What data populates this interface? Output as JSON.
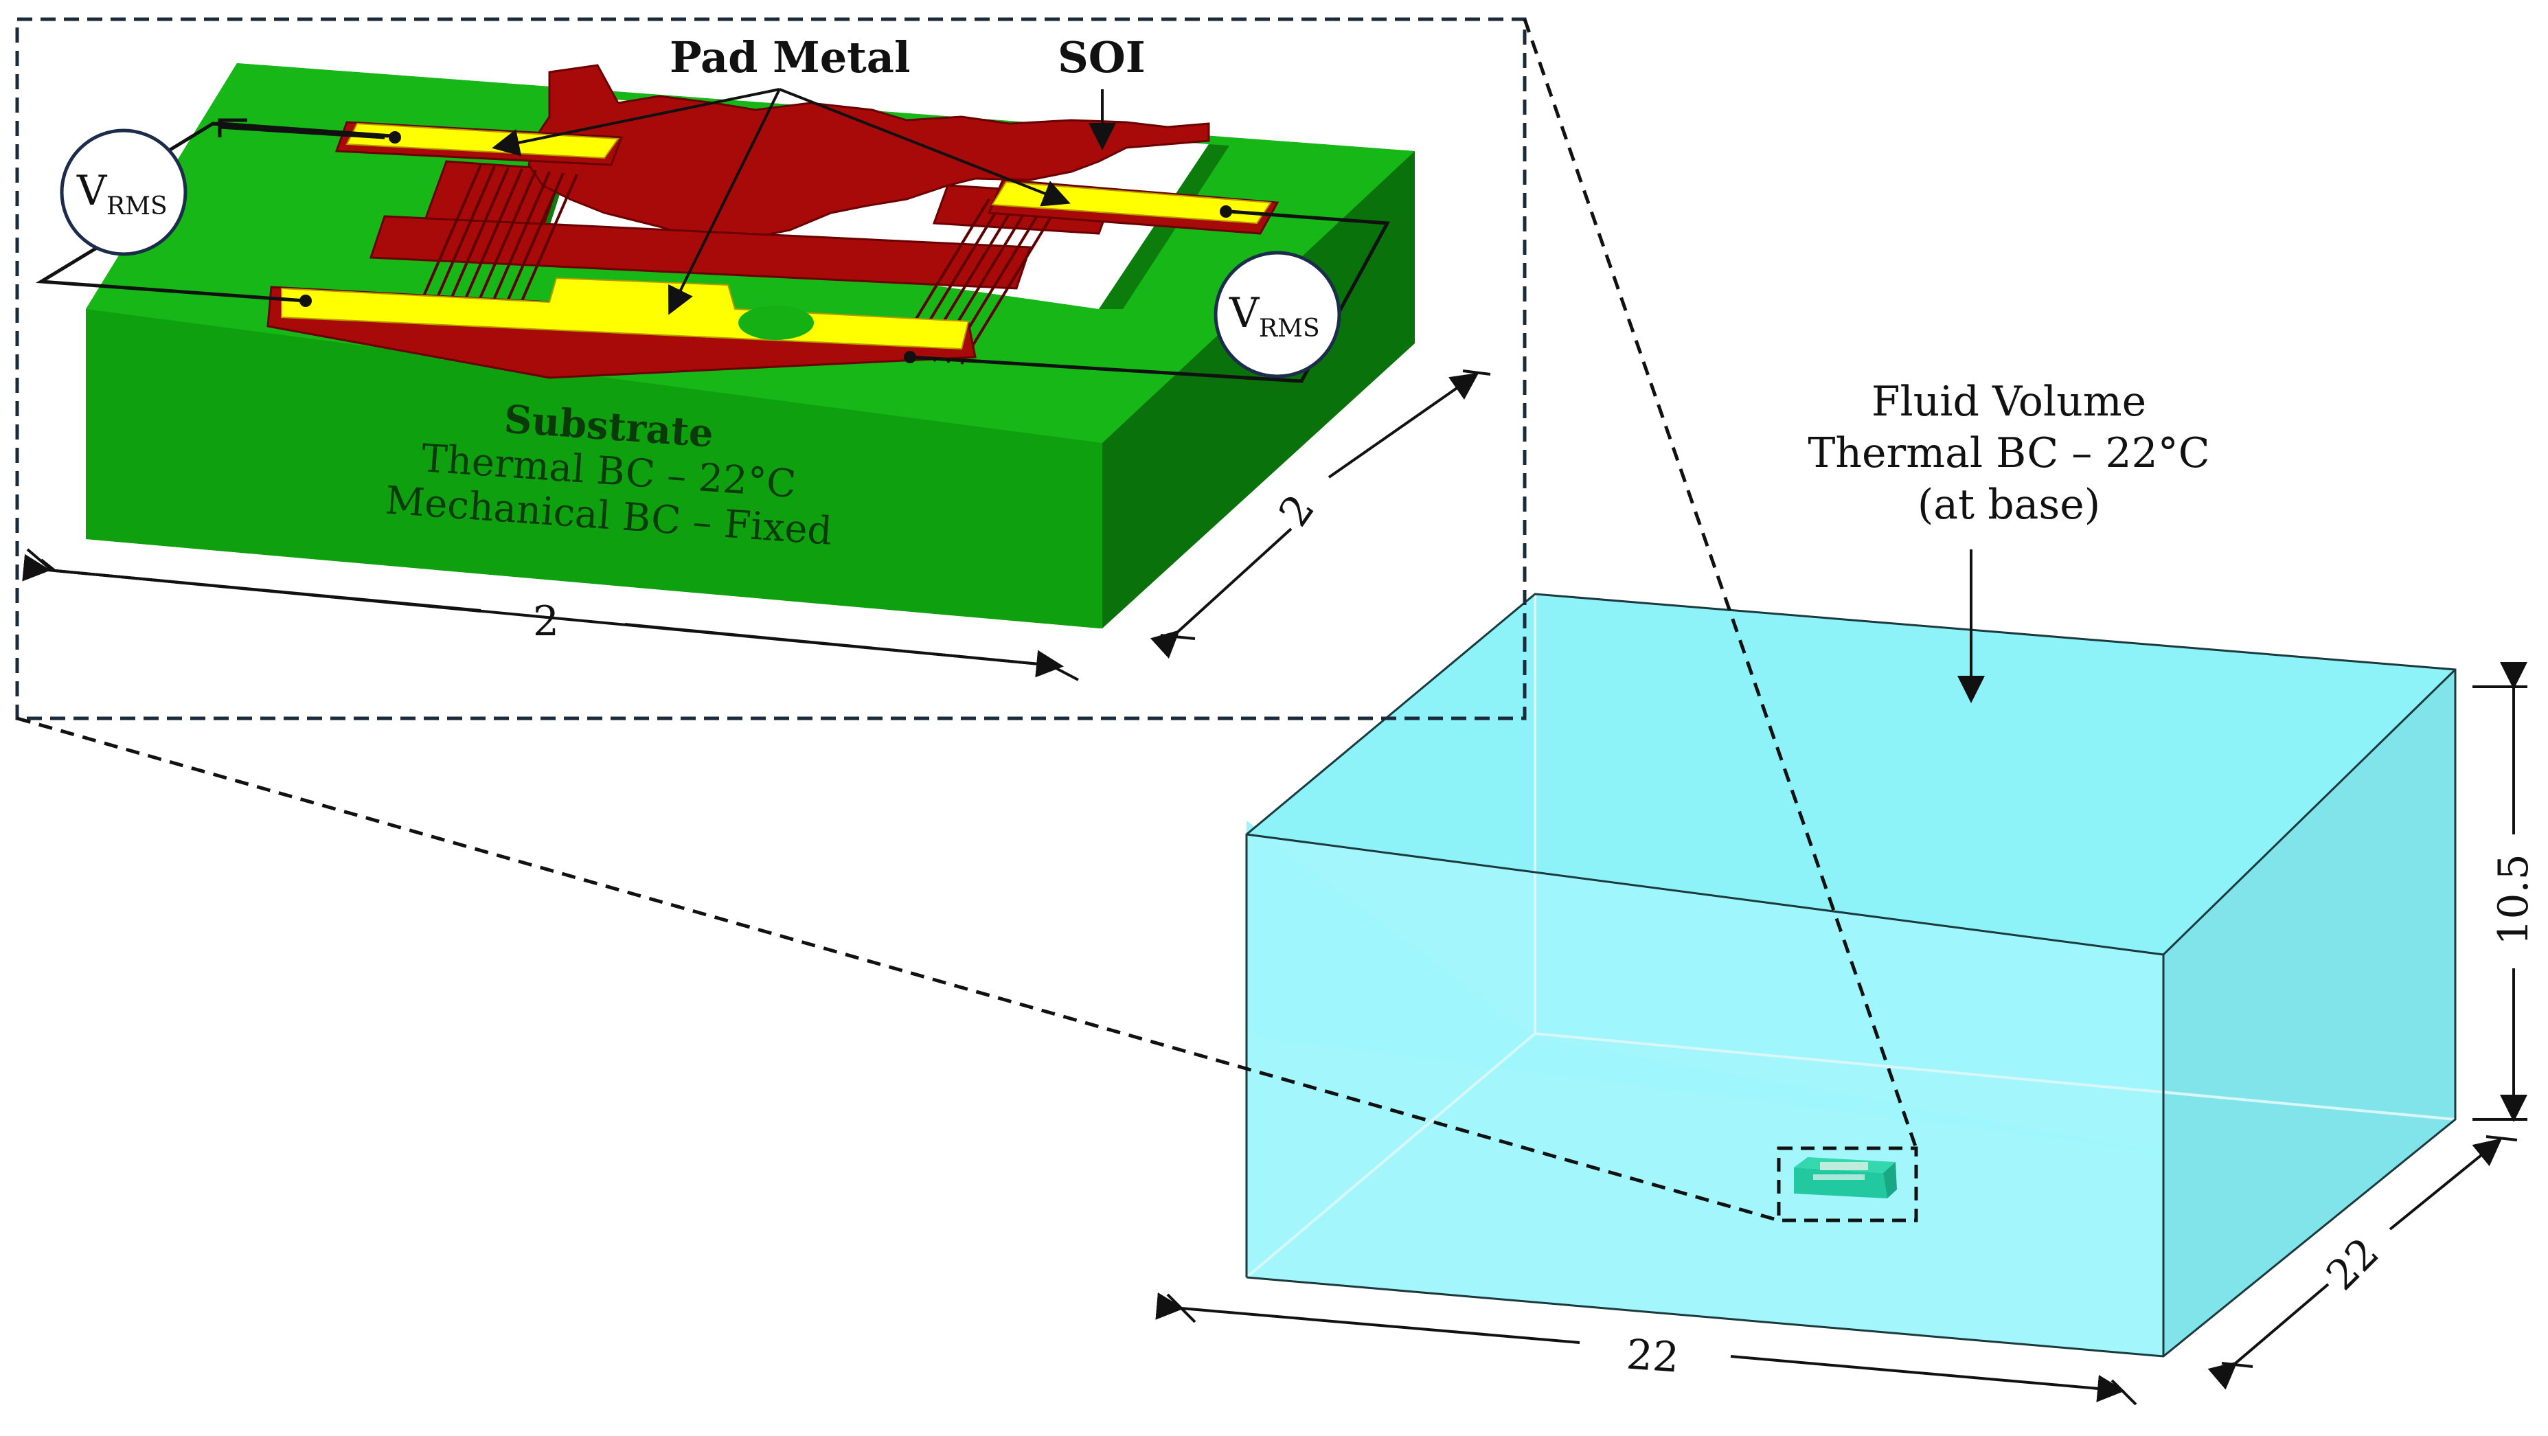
{
  "labels": {
    "pad_metal": "Pad Metal",
    "soi": "SOI",
    "vrms_left_main": "V",
    "vrms_left_sub": "RMS",
    "vrms_right_main": "V",
    "vrms_right_sub": "RMS",
    "substrate_title": "Substrate",
    "substrate_thermal": "Thermal BC – 22°C",
    "substrate_mechanical": "Mechanical BC – Fixed",
    "fluid_title": "Fluid Volume",
    "fluid_thermal": "Thermal BC – 22°C",
    "fluid_base": "(at base)"
  },
  "dimensions": {
    "chip_width": "2",
    "chip_depth": "2",
    "fluid_height": "10.5",
    "fluid_width": "22",
    "fluid_depth": "22"
  },
  "colors": {
    "substrate_top": "#14b014",
    "substrate_front": "#0fa00f",
    "substrate_side": "#0a700a",
    "pad_metal": "#ffff00",
    "soi": "#a80a0a",
    "fluid_front": "#9ff7fc",
    "fluid_top": "#8ff3fa",
    "fluid_side": "#80e6ec"
  }
}
